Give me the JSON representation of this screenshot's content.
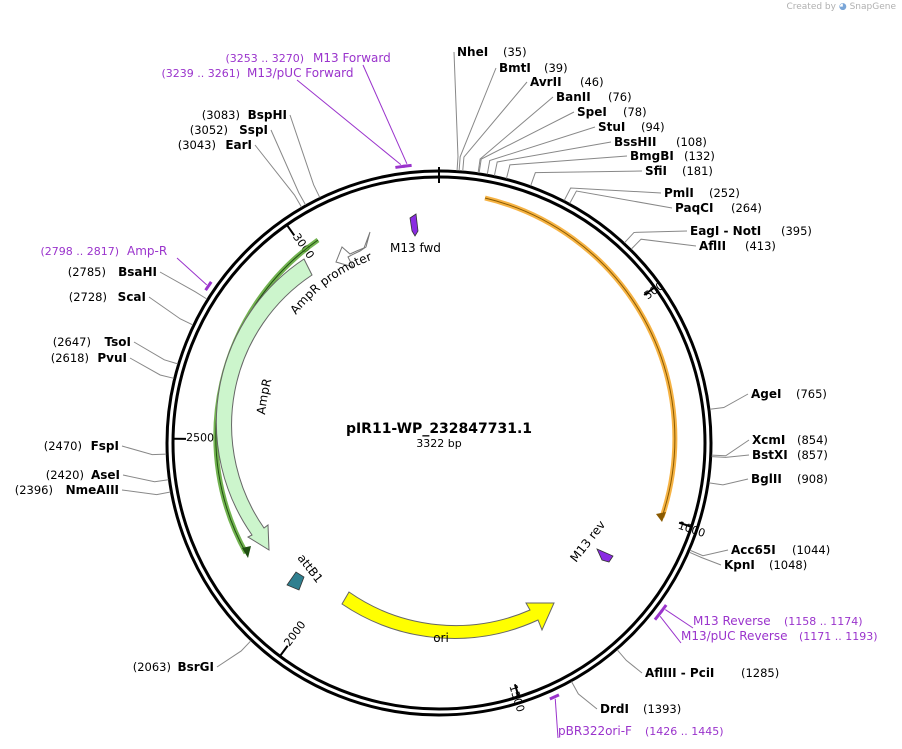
{
  "credit": {
    "prefix": "Created by",
    "brand": "SnapGene"
  },
  "plasmid": {
    "name": "pIR11-WP_232847731.1",
    "size": 3322,
    "size_label": "3322 bp"
  },
  "ticks": [
    {
      "bp": 500,
      "label": "500"
    },
    {
      "bp": 1000,
      "label": "1000"
    },
    {
      "bp": 1500,
      "label": "1500"
    },
    {
      "bp": 2000,
      "label": "2000"
    },
    {
      "bp": 2500,
      "label": "2500"
    },
    {
      "bp": 3000,
      "label": "3000"
    }
  ],
  "sites": [
    {
      "name": "NheI",
      "pos": "(35)",
      "bp": 35,
      "side": "right"
    },
    {
      "name": "BmtI",
      "pos": "(39)",
      "bp": 39,
      "side": "right"
    },
    {
      "name": "AvrII",
      "pos": "(46)",
      "bp": 46,
      "side": "right"
    },
    {
      "name": "BanII",
      "pos": "(76)",
      "bp": 76,
      "side": "right"
    },
    {
      "name": "SpeI",
      "pos": "(78)",
      "bp": 78,
      "side": "right"
    },
    {
      "name": "StuI",
      "pos": "(94)",
      "bp": 94,
      "side": "right"
    },
    {
      "name": "BssHII",
      "pos": "(108)",
      "bp": 108,
      "side": "right"
    },
    {
      "name": "BmgBI",
      "pos": "(132)",
      "bp": 132,
      "side": "right"
    },
    {
      "name": "SfiI",
      "pos": "(181)",
      "bp": 181,
      "side": "right"
    },
    {
      "name": "PmlI",
      "pos": "(252)",
      "bp": 252,
      "side": "right"
    },
    {
      "name": "PaqCI",
      "pos": "(264)",
      "bp": 264,
      "side": "right"
    },
    {
      "name": "EagI - NotI",
      "pos": "(395)",
      "bp": 395,
      "side": "right"
    },
    {
      "name": "AflII",
      "pos": "(413)",
      "bp": 413,
      "side": "right"
    },
    {
      "name": "AgeI",
      "pos": "(765)",
      "bp": 765,
      "side": "right"
    },
    {
      "name": "XcmI",
      "pos": "(854)",
      "bp": 854,
      "side": "right"
    },
    {
      "name": "BstXI",
      "pos": "(857)",
      "bp": 857,
      "side": "right"
    },
    {
      "name": "BglII",
      "pos": "(908)",
      "bp": 908,
      "side": "right"
    },
    {
      "name": "Acc65I",
      "pos": "(1044)",
      "bp": 1044,
      "side": "right"
    },
    {
      "name": "KpnI",
      "pos": "(1048)",
      "bp": 1048,
      "side": "right"
    },
    {
      "name": "AflIII - PciI",
      "pos": "(1285)",
      "bp": 1285,
      "side": "right"
    },
    {
      "name": "DrdI",
      "pos": "(1393)",
      "bp": 1393,
      "side": "right"
    },
    {
      "name": "BsrGI",
      "pos": "(2063)",
      "bp": 2063,
      "side": "left"
    },
    {
      "name": "NmeAIII",
      "pos": "(2396)",
      "bp": 2396,
      "side": "left"
    },
    {
      "name": "AseI",
      "pos": "(2420)",
      "bp": 2420,
      "side": "left"
    },
    {
      "name": "FspI",
      "pos": "(2470)",
      "bp": 2470,
      "side": "left"
    },
    {
      "name": "PvuI",
      "pos": "(2618)",
      "bp": 2618,
      "side": "left"
    },
    {
      "name": "TsoI",
      "pos": "(2647)",
      "bp": 2647,
      "side": "left"
    },
    {
      "name": "ScaI",
      "pos": "(2728)",
      "bp": 2728,
      "side": "left"
    },
    {
      "name": "BsaHI",
      "pos": "(2785)",
      "bp": 2785,
      "side": "left"
    },
    {
      "name": "EarI",
      "pos": "(3043)",
      "bp": 3043,
      "side": "left"
    },
    {
      "name": "SspI",
      "pos": "(3052)",
      "bp": 3052,
      "side": "left"
    },
    {
      "name": "BspHI",
      "pos": "(3083)",
      "bp": 3083,
      "side": "left"
    }
  ],
  "primers": [
    {
      "name": "M13 Forward",
      "range": "(3253 .. 3270)",
      "start": 3253,
      "end": 3270,
      "side": "left"
    },
    {
      "name": "M13/pUC Forward",
      "range": "(3239 .. 3261)",
      "start": 3239,
      "end": 3261,
      "side": "left"
    },
    {
      "name": "Amp-R",
      "range": "(2798 .. 2817)",
      "start": 2798,
      "end": 2817,
      "side": "left"
    },
    {
      "name": "M13 Reverse",
      "range": "(1158 .. 1174)",
      "start": 1158,
      "end": 1174,
      "side": "right"
    },
    {
      "name": "M13/pUC Reverse",
      "range": "(1171 .. 1193)",
      "start": 1171,
      "end": 1193,
      "side": "right"
    },
    {
      "name": "pBR322ori-F",
      "range": "(1426 .. 1445)",
      "start": 1426,
      "end": 1445,
      "side": "right"
    }
  ],
  "features": [
    {
      "name": "AmpR promoter",
      "color": "#ffffff"
    },
    {
      "name": "AmpR",
      "color": "#ccf5cc"
    },
    {
      "name": "M13 fwd",
      "color": "#8a2be2"
    },
    {
      "name": "M13 rev",
      "color": "#8a2be2"
    },
    {
      "name": "attB1",
      "color": "#2f7f8f"
    },
    {
      "name": "ori",
      "color": "#ffff00"
    }
  ],
  "colors": {
    "orf_orange": "#f5a623",
    "orf_green": "#4f9a2a",
    "primer": "#9a33cc",
    "backbone": "#000000"
  }
}
